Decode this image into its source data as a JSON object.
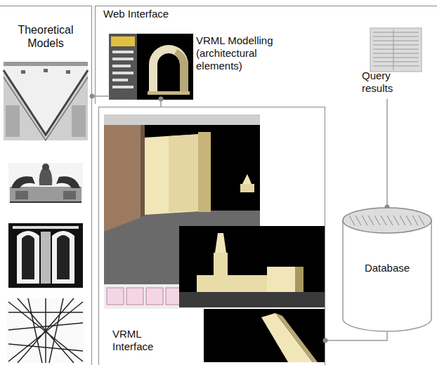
{
  "diagram": {
    "nodes": [
      {
        "text": [
          "Theoretical Models"
        ]
      },
      {
        "text": [
          "Web Interface"
        ]
      },
      {
        "text": [
          "VRML Modelling (architectural elements)"
        ],
        "in": 1
      },
      {
        "text": [
          "Query results"
        ],
        "in": 1
      },
      {
        "text": [
          "VRML Interface"
        ]
      },
      {
        "text": [
          "Database"
        ]
      }
    ],
    "edges": [
      {
        "from": 0,
        "to": 2,
        "arrow": "none"
      },
      {
        "from": 2,
        "to": 4,
        "arrow": "none"
      },
      {
        "from": 3,
        "to": 5,
        "arrow": "none"
      },
      {
        "from": 5,
        "to": 4,
        "arrow": "none"
      }
    ]
  }
}
